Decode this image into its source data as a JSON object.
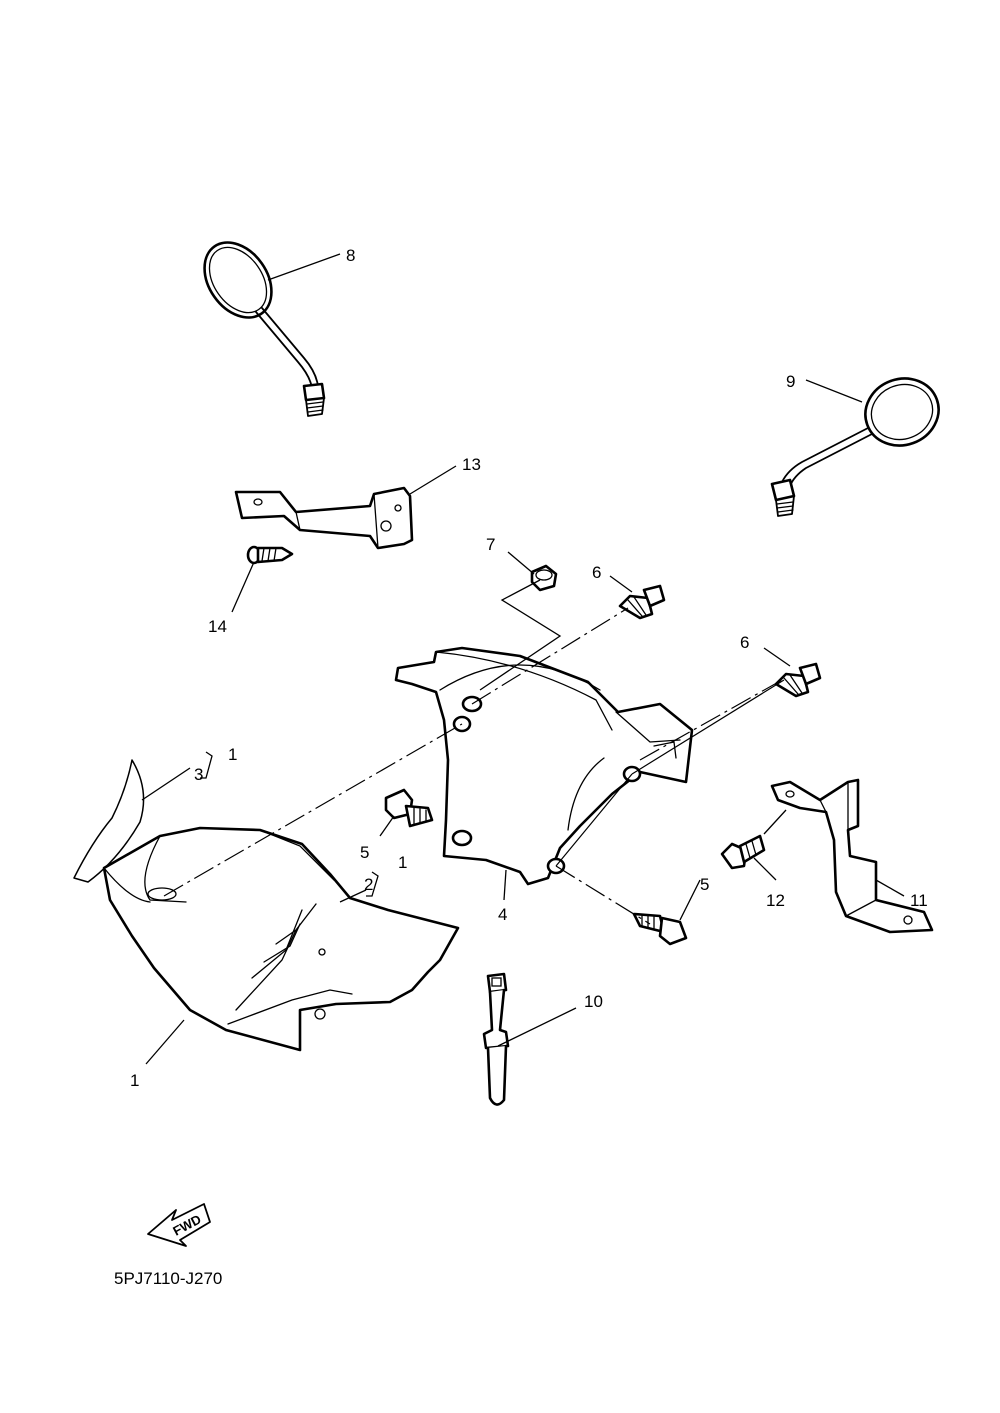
{
  "diagram": {
    "callouts": {
      "c1_top": "1",
      "c1_mid": "1",
      "c1_bottom": "1",
      "c2": "2",
      "c3": "3",
      "c4": "4",
      "c5_left": "5",
      "c5_right": "5",
      "c6_top": "6",
      "c6_right": "6",
      "c7": "7",
      "c8": "8",
      "c9": "9",
      "c10": "10",
      "c11": "11",
      "c12": "12",
      "c13": "13",
      "c14": "14"
    },
    "fwd_label": "FWD",
    "drawing_code": "5PJ7110-J270"
  }
}
